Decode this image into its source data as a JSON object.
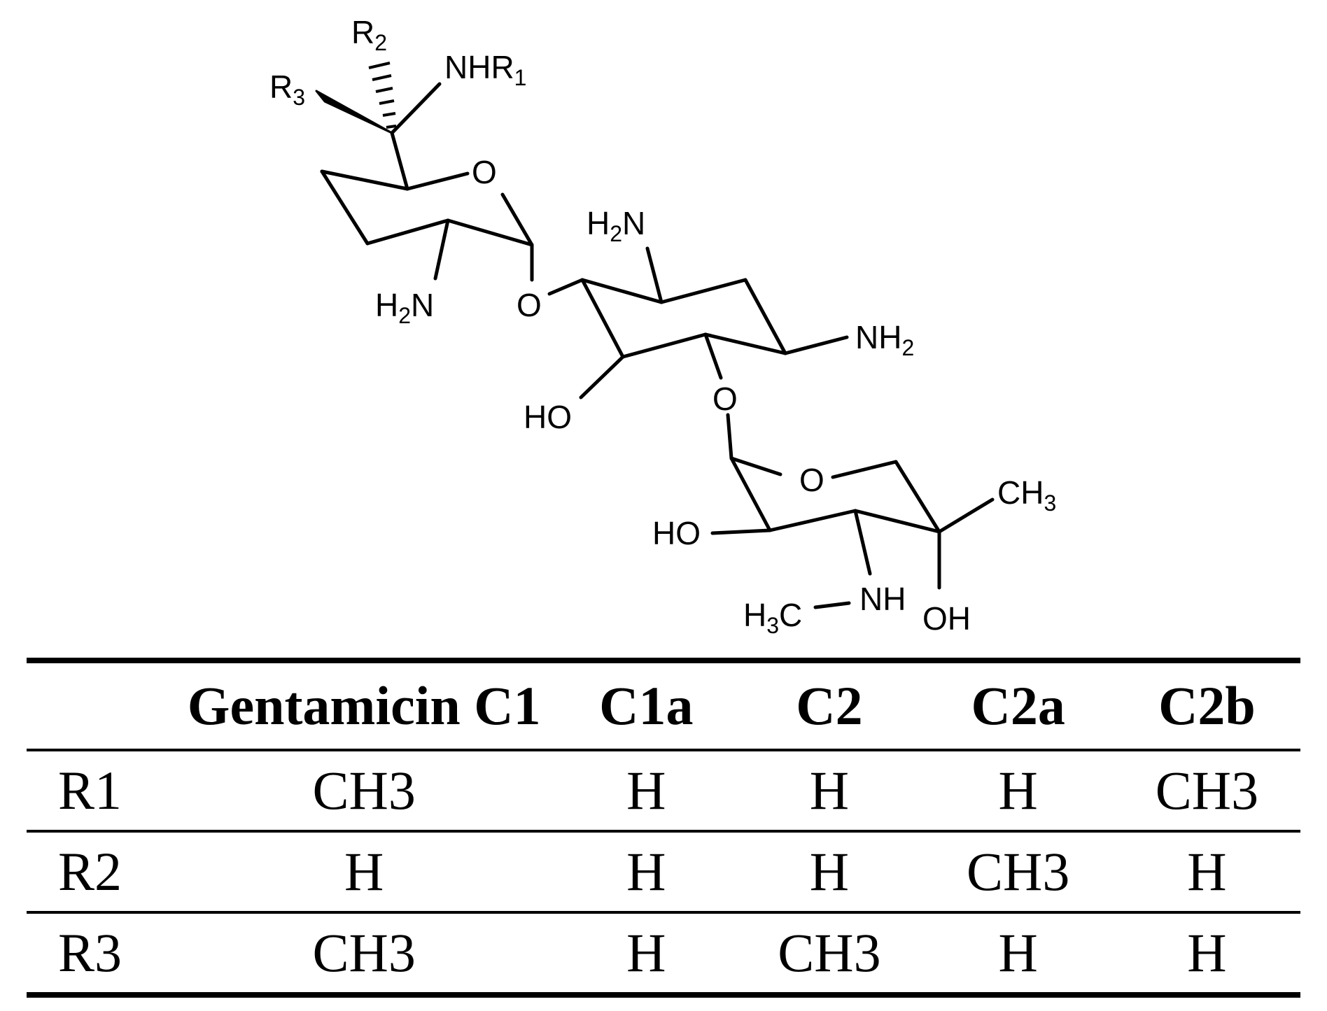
{
  "structure": {
    "labels": {
      "r2": "R2",
      "r3": "R3",
      "nhr1": "NHR1",
      "ring1_o": "O",
      "ring1_nh2": "H2N",
      "glycosidic_o1": "O",
      "ring2_nh2_top": "H2N",
      "ring2_nh2_right": "NH2",
      "ring2_oh": "HO",
      "glycosidic_o2": "O",
      "ring3_o": "O",
      "ring3_ch3": "CH3",
      "ring3_oh_left": "HO",
      "ring3_nh": "NH",
      "ring3_h3c": "H3C",
      "ring3_oh_bottom": "OH"
    }
  },
  "table": {
    "columns": [
      "",
      "Gentamicin C1",
      "C1a",
      "C2",
      "C2a",
      "C2b"
    ],
    "rows": [
      {
        "label": "R1",
        "values": [
          "CH3",
          "H",
          "H",
          "H",
          "CH3"
        ]
      },
      {
        "label": "R2",
        "values": [
          "H",
          "H",
          "H",
          "CH3",
          "H"
        ]
      },
      {
        "label": "R3",
        "values": [
          "CH3",
          "H",
          "CH3",
          "H",
          "H"
        ]
      }
    ]
  }
}
